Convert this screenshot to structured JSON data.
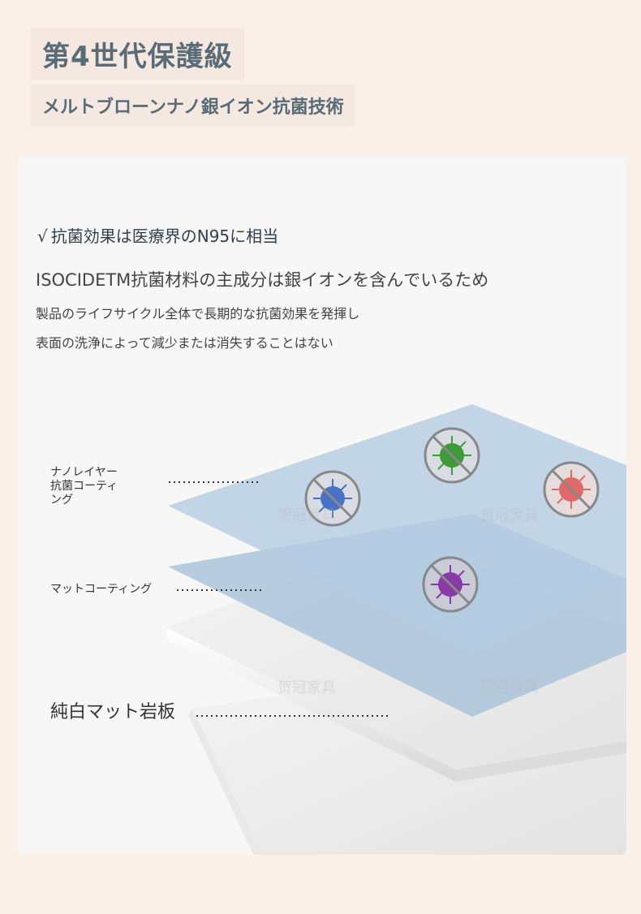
{
  "header": {
    "title": "第4世代保護級",
    "subtitle": "メルトブローンナノ銀イオン抗菌技術"
  },
  "body": {
    "check_symbol": "√",
    "check_text": "抗菌効果は医療界のN95に相当",
    "desc_line1": "ISOCIDETM抗菌材料の主成分は銀イオンを含んでいるため",
    "desc_line2": "製品のライフサイクル全体で長期的な抗菌効果を発揮し",
    "desc_line3": "表面の洗浄によって減少または消失することはない"
  },
  "layers": {
    "nano_line1": "ナノレイヤー",
    "nano_line2": "抗菌コーティ",
    "nano_line3": "ング",
    "matte": "マットコーティング",
    "base": "純白マット岩板"
  },
  "watermark": "贺冠家具",
  "colors": {
    "background": "#fbf0e8",
    "title": "#5a6b78",
    "layer_blue": "#a9c4dd",
    "virus_blue": "#4a72c4",
    "virus_green": "#3f9a3a",
    "virus_red": "#e06a6a",
    "virus_purple": "#8a3aa6"
  },
  "icons": [
    "virus-blue-icon",
    "virus-green-icon",
    "virus-red-icon",
    "virus-purple-icon"
  ]
}
